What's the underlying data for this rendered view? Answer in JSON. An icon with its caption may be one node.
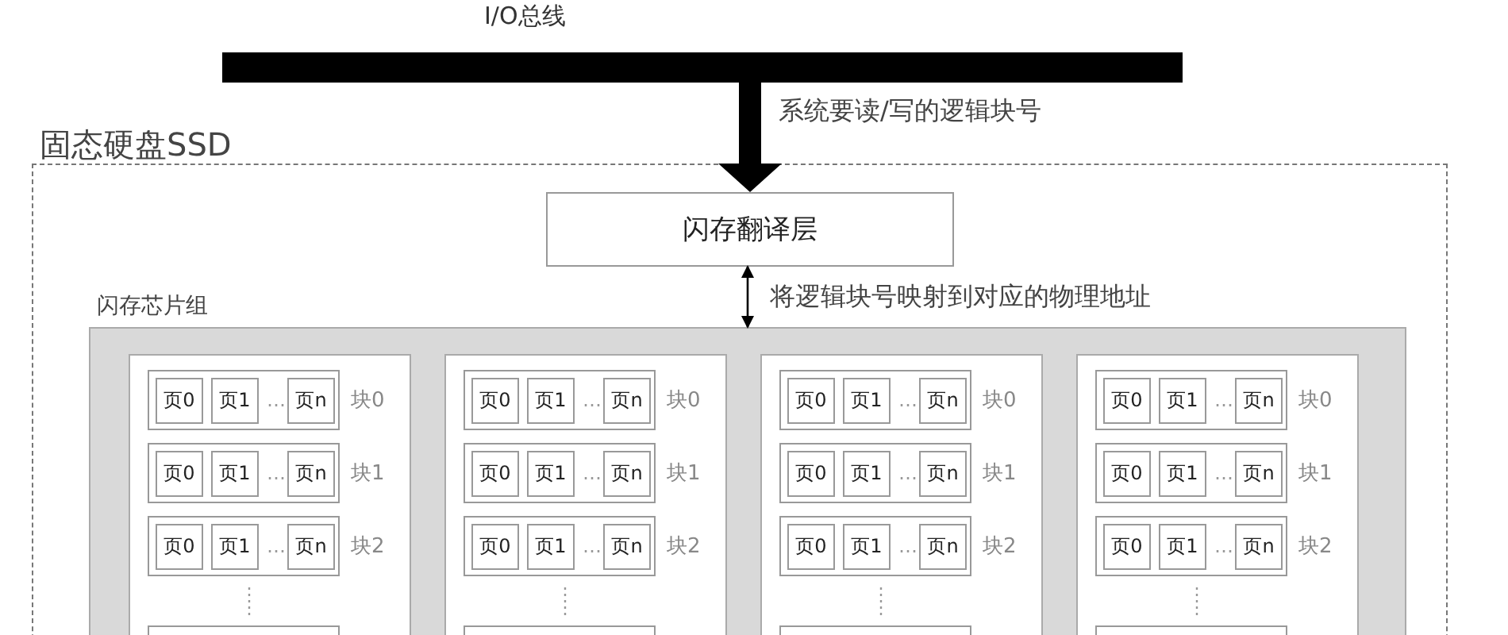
{
  "diagram": {
    "nodes": [
      {
        "text": [
          "I/O总线"
        ]
      },
      {
        "text": [
          "固态硬盘SSD"
        ]
      },
      {
        "text": [
          "闪存翻译层"
        ],
        "in": 1
      },
      {
        "text": [
          "闪存芯片组"
        ],
        "in": 1
      },
      {
        "text": [],
        "shape": "box",
        "in": 3
      },
      {
        "text": [],
        "shape": "box",
        "in": 4,
        "beside": [
          "块0"
        ]
      },
      {
        "text": [
          "页0"
        ],
        "in": 5
      },
      {
        "text": [
          "页1"
        ],
        "in": 5
      },
      {
        "text": [
          "页n"
        ],
        "in": 5
      },
      {
        "text": [],
        "shape": "box",
        "in": 4,
        "beside": [
          "块1"
        ]
      },
      {
        "text": [
          "页0"
        ],
        "in": 9
      },
      {
        "text": [
          "页1"
        ],
        "in": 9
      },
      {
        "text": [
          "页n"
        ],
        "in": 9
      },
      {
        "text": [],
        "shape": "box",
        "in": 4,
        "beside": [
          "块2"
        ]
      },
      {
        "text": [
          "页0"
        ],
        "in": 13
      },
      {
        "text": [
          "页1"
        ],
        "in": 13
      },
      {
        "text": [
          "页n"
        ],
        "in": 13
      },
      {
        "text": [],
        "shape": "box",
        "in": 4
      },
      {
        "text": [],
        "shape": "box",
        "in": 3
      },
      {
        "text": [],
        "shape": "box",
        "in": 18,
        "beside": [
          "块0"
        ]
      },
      {
        "text": [
          "页0"
        ],
        "in": 19
      },
      {
        "text": [
          "页1"
        ],
        "in": 19
      },
      {
        "text": [
          "页n"
        ],
        "in": 19
      },
      {
        "text": [],
        "shape": "box",
        "in": 18,
        "beside": [
          "块1"
        ]
      },
      {
        "text": [
          "页0"
        ],
        "in": 23
      },
      {
        "text": [
          "页1"
        ],
        "in": 23
      },
      {
        "text": [
          "页n"
        ],
        "in": 23
      },
      {
        "text": [],
        "shape": "box",
        "in": 18,
        "beside": [
          "块2"
        ]
      },
      {
        "text": [
          "页0"
        ],
        "in": 27
      },
      {
        "text": [
          "页1"
        ],
        "in": 27
      },
      {
        "text": [
          "页n"
        ],
        "in": 27
      },
      {
        "text": [],
        "shape": "box",
        "in": 18
      },
      {
        "text": [],
        "shape": "box",
        "in": 3
      },
      {
        "text": [],
        "shape": "box",
        "in": 32,
        "beside": [
          "块0"
        ]
      },
      {
        "text": [
          "页0"
        ],
        "in": 33
      },
      {
        "text": [
          "页1"
        ],
        "in": 33
      },
      {
        "text": [
          "页n"
        ],
        "in": 33
      },
      {
        "text": [],
        "shape": "box",
        "in": 32,
        "beside": [
          "块1"
        ]
      },
      {
        "text": [
          "页0"
        ],
        "in": 37
      },
      {
        "text": [
          "页1"
        ],
        "in": 37
      },
      {
        "text": [
          "页n"
        ],
        "in": 37
      },
      {
        "text": [],
        "shape": "box",
        "in": 32,
        "beside": [
          "块2"
        ]
      },
      {
        "text": [
          "页0"
        ],
        "in": 41
      },
      {
        "text": [
          "页1"
        ],
        "in": 41
      },
      {
        "text": [
          "页n"
        ],
        "in": 41
      },
      {
        "text": [],
        "shape": "box",
        "in": 32
      },
      {
        "text": [],
        "shape": "box",
        "in": 3
      },
      {
        "text": [],
        "shape": "box",
        "in": 46,
        "beside": [
          "块0"
        ]
      },
      {
        "text": [
          "页0"
        ],
        "in": 47
      },
      {
        "text": [
          "页1"
        ],
        "in": 47
      },
      {
        "text": [
          "页n"
        ],
        "in": 47
      },
      {
        "text": [],
        "shape": "box",
        "in": 46,
        "beside": [
          "块1"
        ]
      },
      {
        "text": [
          "页0"
        ],
        "in": 51
      },
      {
        "text": [
          "页1"
        ],
        "in": 51
      },
      {
        "text": [
          "页n"
        ],
        "in": 51
      },
      {
        "text": [],
        "shape": "box",
        "in": 46,
        "beside": [
          "块2"
        ]
      },
      {
        "text": [
          "页0"
        ],
        "in": 55
      },
      {
        "text": [
          "页1"
        ],
        "in": 55
      },
      {
        "text": [
          "页n"
        ],
        "in": 55
      },
      {
        "text": [],
        "shape": "box",
        "in": 46
      }
    ],
    "edges": [
      {
        "from": 0,
        "to": 2,
        "arrow": "to",
        "label": "系统要读/写的逻辑块号",
        "style": "thick"
      },
      {
        "from": 2,
        "to": 3,
        "arrow": "both",
        "label": "将逻辑块号映射到对应的物理地址"
      }
    ],
    "labels": [
      "…",
      "…",
      "…",
      "…",
      "…",
      "…",
      "…",
      "…",
      "…",
      "…",
      "…",
      "…"
    ]
  }
}
